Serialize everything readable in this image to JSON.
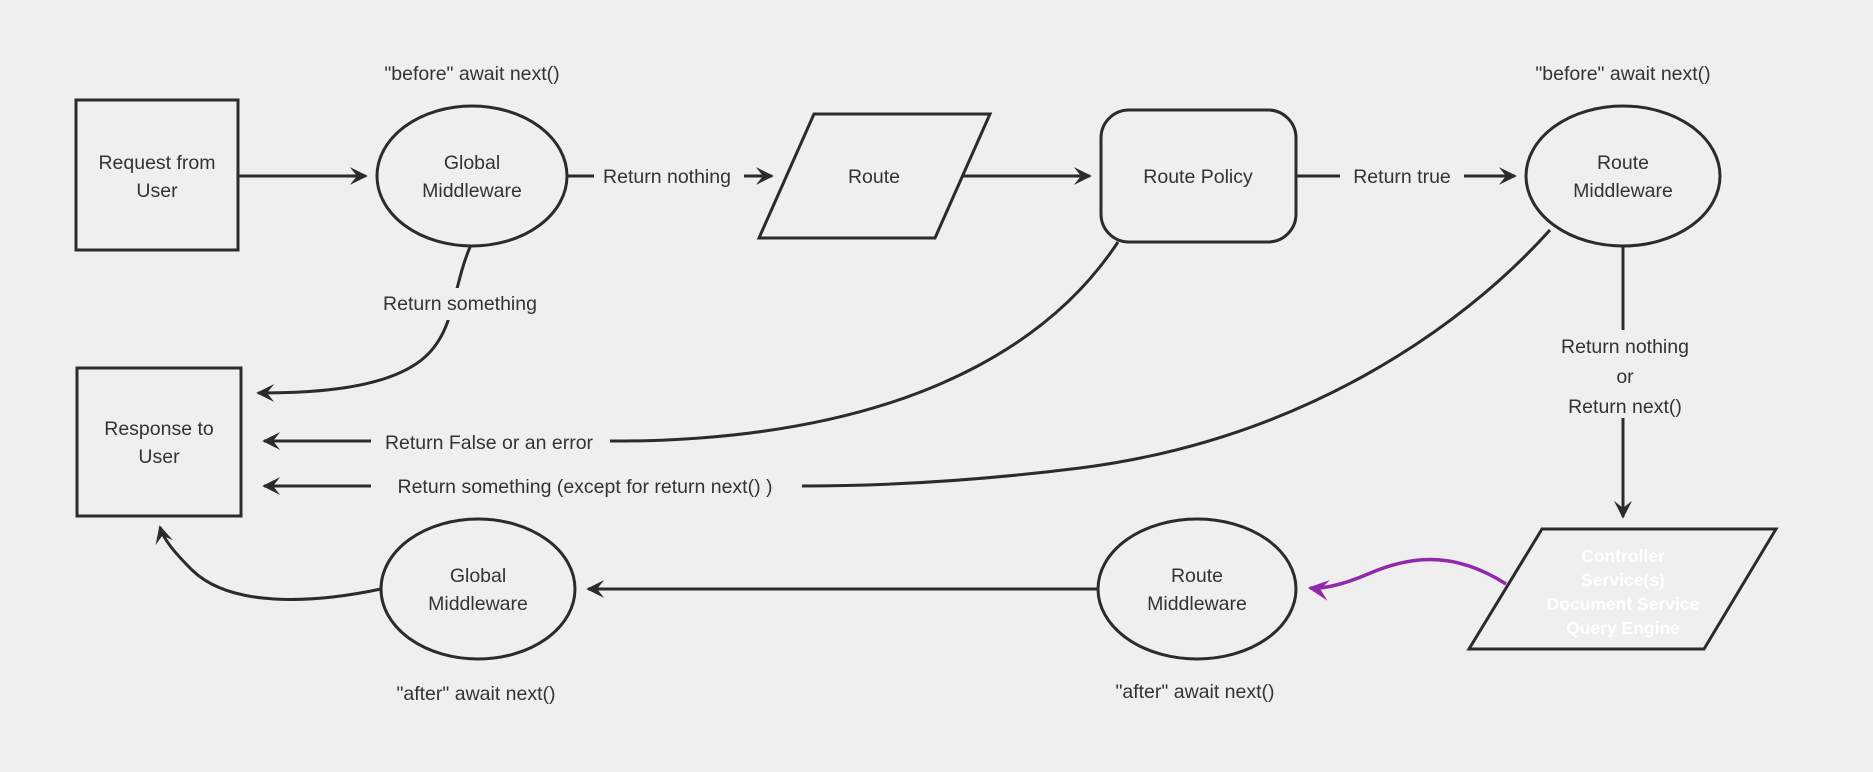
{
  "diagram": {
    "colors": {
      "background": "#efefef",
      "node_fill": "#efefef",
      "stroke": "#2b2b2b",
      "text": "#333333",
      "purple_fill": "#8b1fa8",
      "purple_arrow": "#9328ac",
      "purple_box_text": "#ffffff"
    },
    "nodes": {
      "request_from_user": {
        "shape": "rectangle",
        "lines": [
          "Request from",
          "User"
        ]
      },
      "global_middleware_before": {
        "shape": "ellipse",
        "lines": [
          "Global",
          "Middleware"
        ],
        "annotation": "\"before\" await next()"
      },
      "route": {
        "shape": "parallelogram",
        "label": "Route"
      },
      "route_policy": {
        "shape": "rounded-rectangle",
        "label": "Route Policy"
      },
      "route_middleware_before": {
        "shape": "ellipse",
        "lines": [
          "Route",
          "Middleware"
        ],
        "annotation": "\"before\" await next()"
      },
      "response_to_user": {
        "shape": "rectangle",
        "lines": [
          "Response to",
          "User"
        ]
      },
      "controller_services": {
        "shape": "parallelogram",
        "lines": [
          "Controller",
          "Service(s)",
          "Document Service",
          "Query Engine"
        ]
      },
      "route_middleware_after": {
        "shape": "ellipse",
        "lines": [
          "Route",
          "Middleware"
        ],
        "annotation": "\"after\" await next()"
      },
      "global_middleware_after": {
        "shape": "ellipse",
        "lines": [
          "Global",
          "Middleware"
        ],
        "annotation": "\"after\" await next()"
      }
    },
    "edges": {
      "request_to_global": {
        "label": ""
      },
      "global_to_route": {
        "label": "Return nothing"
      },
      "route_to_policy": {
        "label": ""
      },
      "policy_to_route_middleware": {
        "label": "Return true"
      },
      "global_to_response": {
        "label": "Return something"
      },
      "policy_to_response": {
        "label": "Return False or an error"
      },
      "route_middleware_to_response": {
        "label": "Return something (except for return next() )"
      },
      "route_middleware_to_controller": {
        "label_lines": [
          "Return nothing",
          "or",
          "Return next()"
        ]
      },
      "controller_to_route_middleware_after": {
        "label": ""
      },
      "route_middleware_after_to_global_after": {
        "label": ""
      },
      "global_after_to_response": {
        "label": ""
      }
    }
  }
}
